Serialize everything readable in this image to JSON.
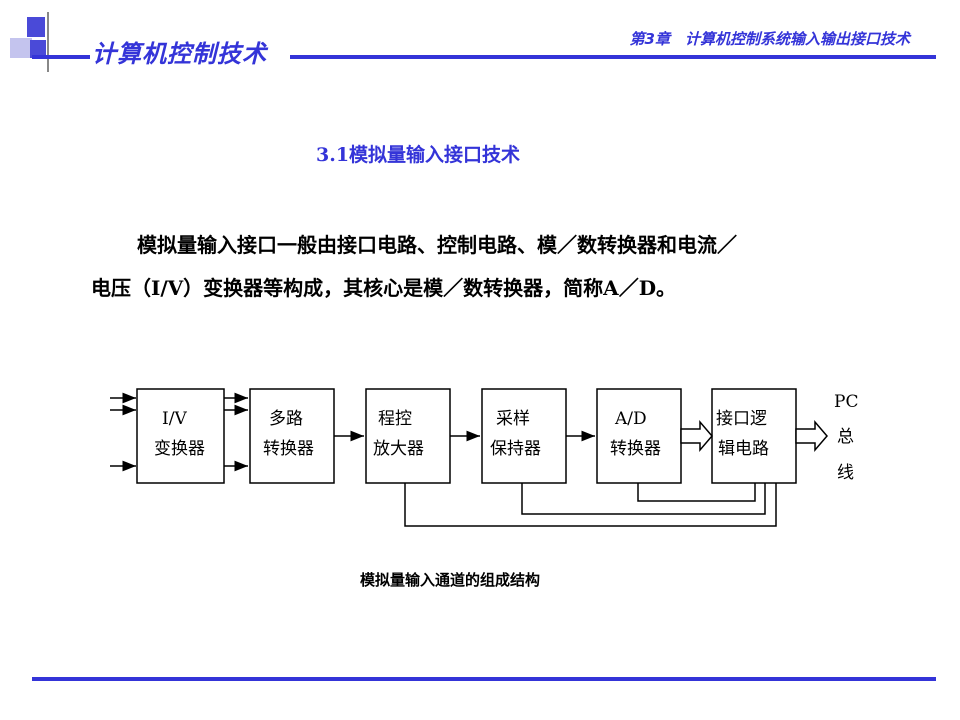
{
  "header": {
    "course_title": "计算机控制技术",
    "chapter_title": "第3章　计算机控制系统输入输出接口技术"
  },
  "section": {
    "title": "3.1模拟量输入接口技术"
  },
  "paragraph": {
    "line1": "模拟量输入接口一般由接口电路、控制电路、模／数转换器和电流／",
    "line2": "电压（I/V）变换器等构成，其核心是模／数转换器，简称A／D。"
  },
  "diagram": {
    "blocks": [
      {
        "line1": "I/V",
        "line2": "变换器"
      },
      {
        "line1": "多路",
        "line2": "转换器"
      },
      {
        "line1": "程控",
        "line2": "放大器"
      },
      {
        "line1": "采样",
        "line2": "保持器"
      },
      {
        "line1": "A/D",
        "line2": "转换器"
      },
      {
        "line1": "接口逻",
        "line2": "辑电路"
      }
    ],
    "bus_label": {
      "line1": "PC",
      "line2": "总",
      "line3": "线"
    },
    "caption": "模拟量输入通道的组成结构"
  },
  "colors": {
    "accent": "#3434d8",
    "deco_square": "#4a4ad8",
    "deco_square_light": "#b8b8ec"
  }
}
